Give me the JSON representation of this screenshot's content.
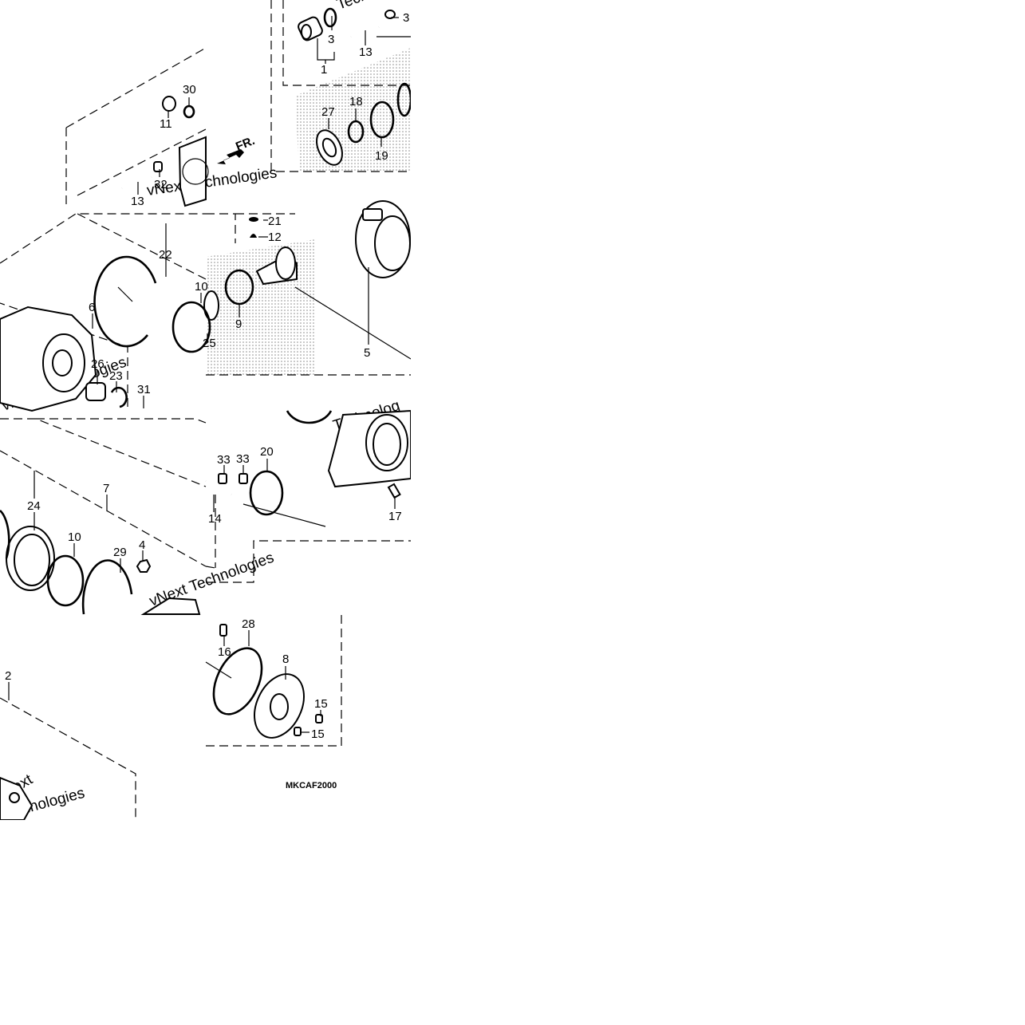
{
  "diagram_code": "MKCAF2000",
  "direction_marker": "FR.",
  "watermarks": [
    "vNext Technologies",
    "Technologies",
    "vNext",
    "Technolog"
  ],
  "callouts": {
    "c1": "1",
    "c2": "2",
    "c3a": "3",
    "c3b": "3",
    "c4": "4",
    "c5": "5",
    "c6": "6",
    "c7": "7",
    "c8": "8",
    "c9": "9",
    "c10a": "10",
    "c10b": "10",
    "c11": "11",
    "c12": "12",
    "c13a": "13",
    "c13b": "13",
    "c14": "14",
    "c15a": "15",
    "c15b": "15",
    "c16": "16",
    "c17": "17",
    "c18": "18",
    "c19": "19",
    "c20": "20",
    "c21": "21",
    "c22": "22",
    "c23": "23",
    "c24": "24",
    "c25": "25",
    "c26": "26",
    "c27": "27",
    "c28": "28",
    "c29": "29",
    "c30": "30",
    "c31": "31",
    "c32": "32",
    "c33a": "33",
    "c33b": "33"
  }
}
